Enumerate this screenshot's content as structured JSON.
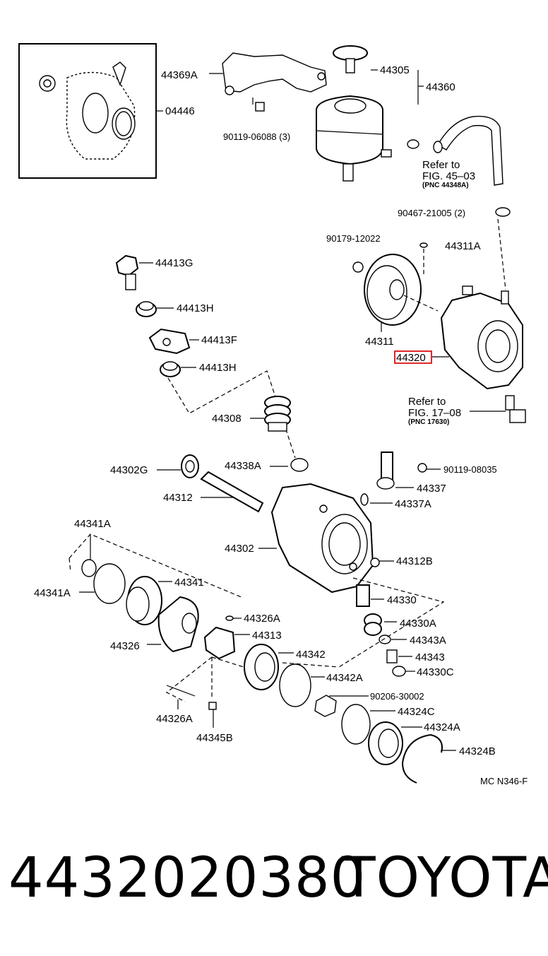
{
  "diagram": {
    "labels": {
      "l44369A": "44369A",
      "l04446": "04446",
      "l9011906088": "90119-06088 (3)",
      "l44305": "44305",
      "l44360": "44360",
      "refer1_a": "Refer to",
      "refer1_b": "FIG. 45–03",
      "refer1_c": "(PNC 44348A)",
      "l9046721005": "90467-21005 (2)",
      "l9017912022": "90179-12022",
      "l44311A": "44311A",
      "l44413G": "44413G",
      "l44413H_1": "44413H",
      "l44413F": "44413F",
      "l44413H_2": "44413H",
      "l44311": "44311",
      "l44320": "44320",
      "refer2_a": "Refer to",
      "refer2_b": "FIG. 17–08",
      "refer2_c": "(PNC 17630)",
      "l44308": "44308",
      "l44302G": "44302G",
      "l44338A": "44338A",
      "l9011908035": "90119-08035",
      "l44337": "44337",
      "l44312": "44312",
      "l44337A": "44337A",
      "l44341A_top": "44341A",
      "l44302": "44302",
      "l44312B": "44312B",
      "l44341A_left": "44341A",
      "l44341": "44341",
      "l44330": "44330",
      "l44326A_top": "44326A",
      "l44330A": "44330A",
      "l44326": "44326",
      "l44313": "44313",
      "l44343A": "44343A",
      "l44342": "44342",
      "l44343": "44343",
      "l44330C": "44330C",
      "l44342A": "44342A",
      "l9020630002": "90206-30002",
      "l44324C": "44324C",
      "l44326A_bot": "44326A",
      "l44324A": "44324A",
      "l44345B": "44345B",
      "l44324B": "44324B",
      "code": "MC N346-F"
    }
  },
  "footer": {
    "part_number": "4432020380",
    "brand": "TOYOTA"
  }
}
